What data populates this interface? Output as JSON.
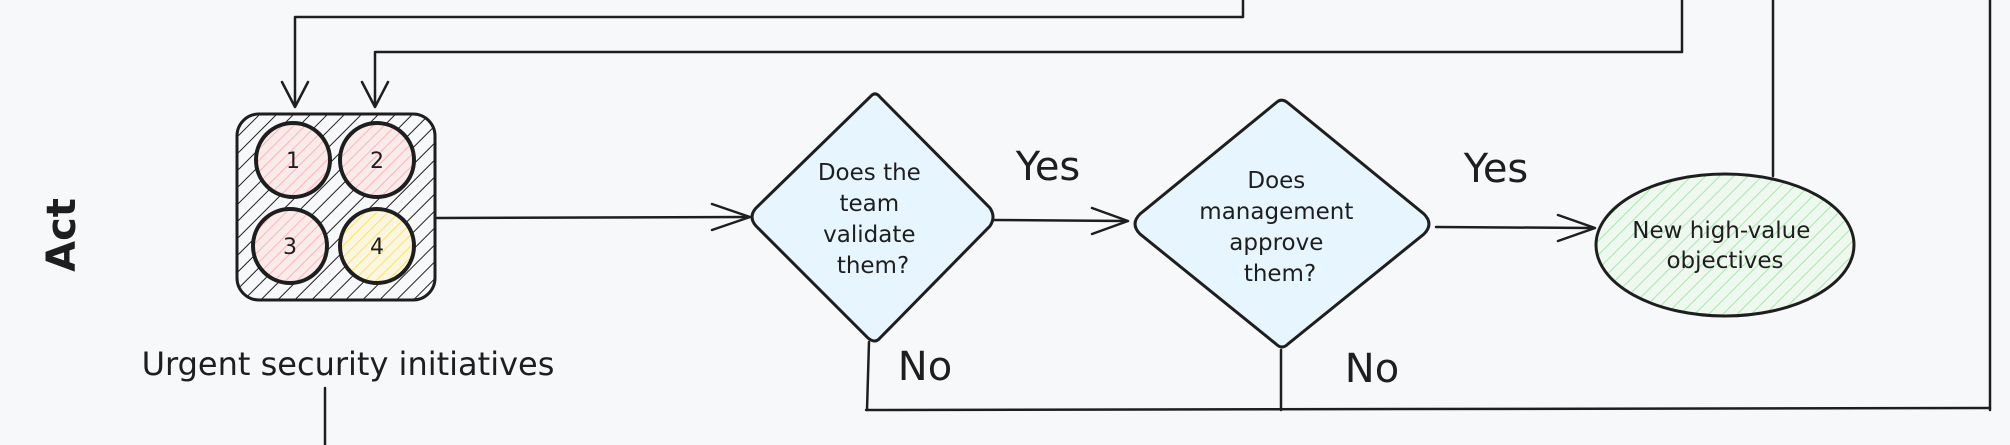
{
  "lane_label": "Act",
  "caption": "Urgent security initiatives",
  "grid_items": [
    "1",
    "2",
    "3",
    "4"
  ],
  "colors": {
    "background": "#f7f8fa",
    "stroke": "#1e1e1e",
    "decision_fill": "#e7f5ff",
    "red_fill": "#ffc9c9",
    "yellow_fill": "#ffec99",
    "green_fill": "#b2f2bb"
  },
  "decision1": {
    "lines": [
      "Does the",
      "team",
      "validate",
      "them?"
    ]
  },
  "decision2": {
    "lines": [
      "Does",
      "management",
      "approve",
      "them?"
    ]
  },
  "outcome": {
    "lines": [
      "New high-value",
      "objectives"
    ]
  },
  "edges": {
    "yes1": "Yes",
    "yes2": "Yes",
    "no1": "No",
    "no2": "No"
  }
}
